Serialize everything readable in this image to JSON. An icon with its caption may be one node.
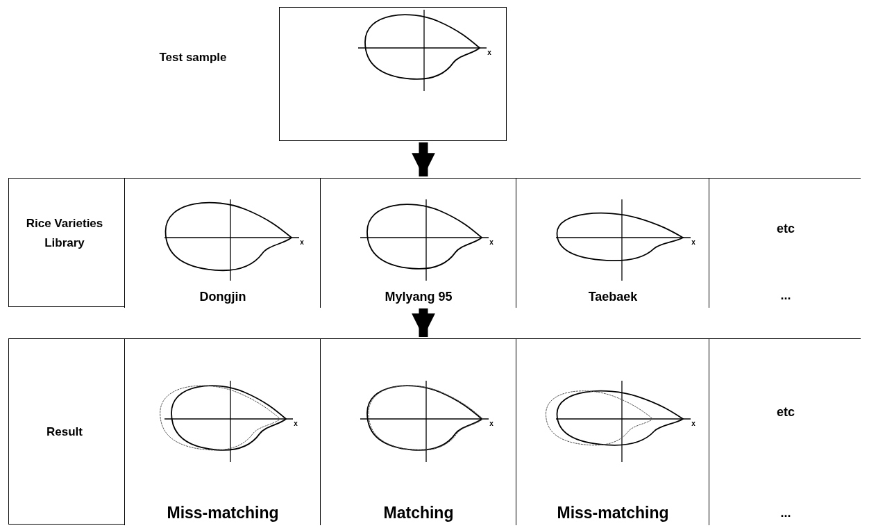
{
  "diagram": {
    "nodes": [
      {
        "text": [
          "Test sample"
        ]
      },
      {
        "text": [
          "Rice Varieties Library"
        ]
      },
      {
        "text": [
          "Dongjin"
        ],
        "in": 1
      },
      {
        "text": [
          "Mylyang 95"
        ],
        "in": 1
      },
      {
        "text": [
          "Taebaek"
        ],
        "in": 1
      },
      {
        "text": [
          "etc",
          "..."
        ],
        "in": 1
      },
      {
        "text": [
          "Result"
        ]
      },
      {
        "text": [
          "Miss-matching"
        ],
        "in": 6
      },
      {
        "text": [
          "Matching"
        ],
        "in": 6
      },
      {
        "text": [
          "Miss-matching"
        ],
        "in": 6
      },
      {
        "text": [
          "etc",
          "..."
        ],
        "in": 6
      }
    ],
    "edges": [
      {
        "from": 0,
        "to": 1,
        "arrow": "to"
      },
      {
        "from": 1,
        "to": 6,
        "arrow": "to"
      }
    ],
    "labels": [
      "x",
      "x",
      "x",
      "x",
      "x",
      "x",
      "x"
    ]
  }
}
